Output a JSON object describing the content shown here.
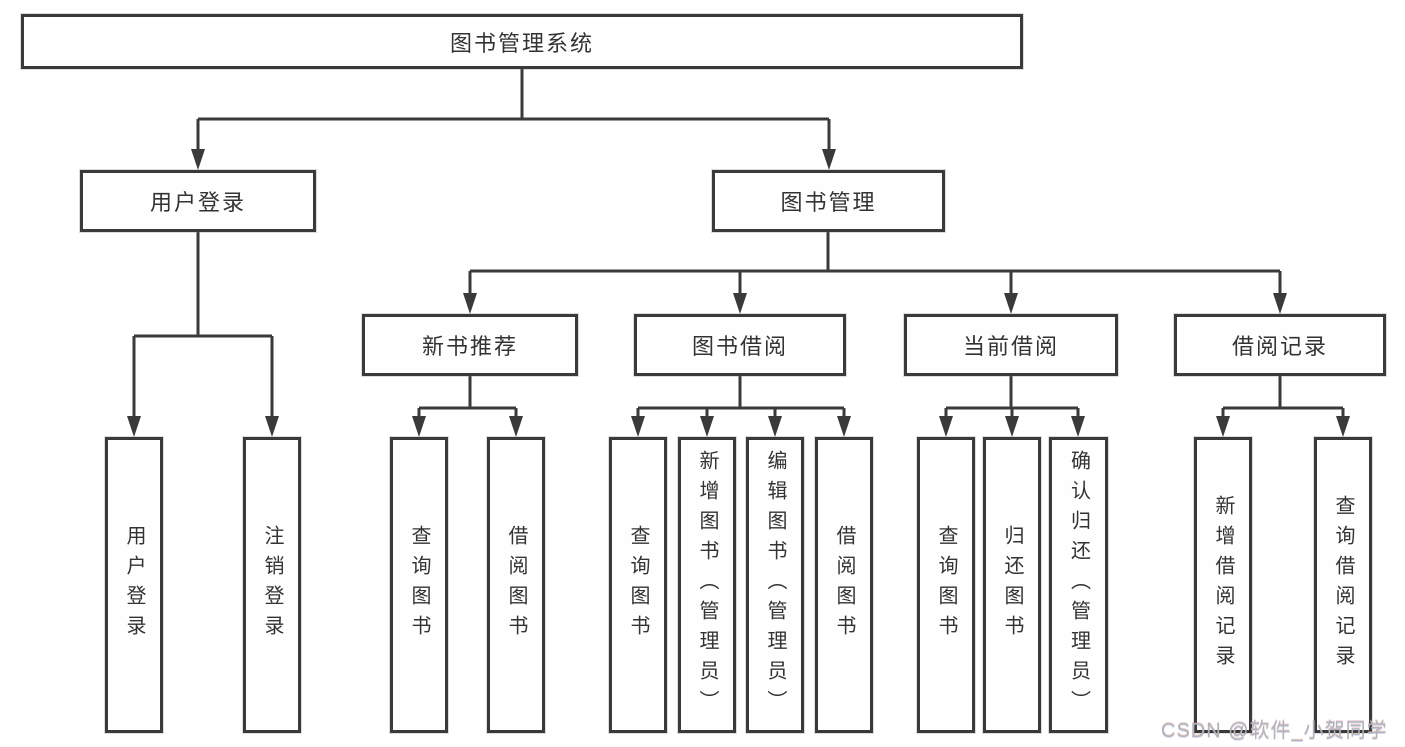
{
  "diagram": {
    "root_label": "图书管理系统",
    "login_branch": {
      "label": "用户登录",
      "leaves": [
        "用户登录",
        "注销登录"
      ]
    },
    "management_branch": {
      "label": "图书管理",
      "groups": [
        {
          "label": "新书推荐",
          "leaves": [
            "查询图书",
            "借阅图书"
          ]
        },
        {
          "label": "图书借阅",
          "leaves": [
            "查询图书",
            "新增图书（管理员）",
            "编辑图书（管理员）",
            "借阅图书"
          ]
        },
        {
          "label": "当前借阅",
          "leaves": [
            "查询图书",
            "归还图书",
            "确认归还（管理员）"
          ]
        },
        {
          "label": "借阅记录",
          "leaves": [
            "新增借阅记录",
            "查询借阅记录"
          ]
        }
      ]
    }
  },
  "watermark": "CSDN @软件_小贺同学",
  "colors": {
    "line": "#3a3a3a",
    "text": "#333333",
    "background": "#ffffff",
    "watermark": "#b4b4b8"
  }
}
